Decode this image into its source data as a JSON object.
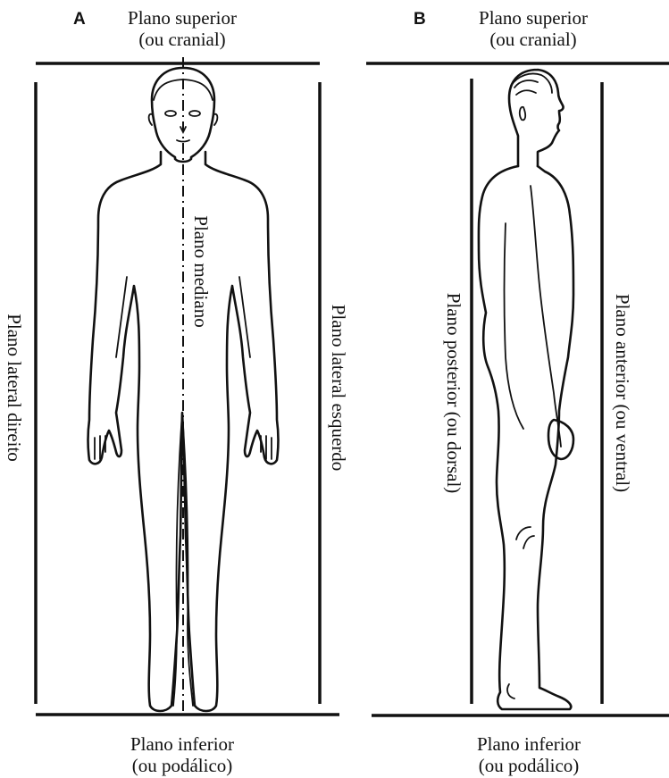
{
  "panel_a": {
    "letter": "A",
    "top_line1": "Plano superior",
    "top_line2": "(ou cranial)",
    "bottom_line1": "Plano inferior",
    "bottom_line2": "(ou podálico)",
    "left_label": "Plano lateral direito",
    "right_label": "Plano lateral esquerdo",
    "median_label": "Plano mediano"
  },
  "panel_b": {
    "letter": "B",
    "top_line1": "Plano superior",
    "top_line2": "(ou cranial)",
    "bottom_line1": "Plano inferior",
    "bottom_line2": "(ou podálico)",
    "left_label": "Plano posterior (ou dorsal)",
    "right_label": "Plano anterior (ou ventral)"
  },
  "icons": [
    "front-body-figure",
    "side-body-figure"
  ]
}
